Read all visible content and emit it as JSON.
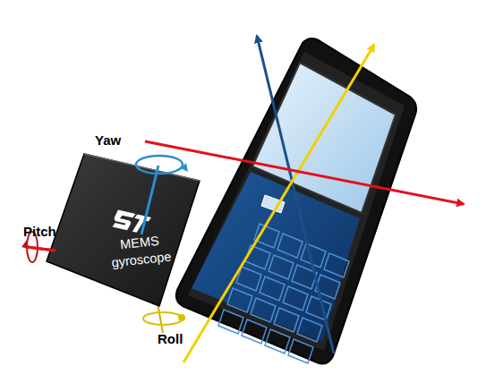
{
  "diagram": {
    "nodes": [
      {
        "text": [
          "MEMS gyroscope"
        ]
      }
    ],
    "labels": [
      "Yaw",
      "Pitch",
      "Roll"
    ]
  }
}
